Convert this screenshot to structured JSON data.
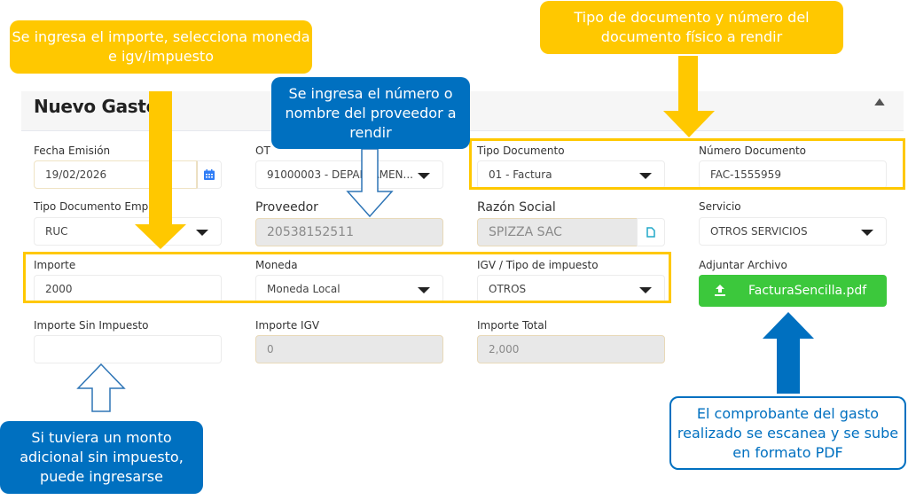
{
  "panel": {
    "title": "Nuevo Gasto",
    "collapse_icon": "chevron-up-icon"
  },
  "form": {
    "fecha_emision": {
      "label": "Fecha Emisión",
      "value": "19/02/2026",
      "icon": "calendar-icon"
    },
    "ot": {
      "label": "OT",
      "value": "91000003 - DEPARTAMEN..."
    },
    "tipo_documento": {
      "label": "Tipo Documento",
      "value": "01 - Factura"
    },
    "numero_documento": {
      "label": "Número Documento",
      "value": "FAC-1555959"
    },
    "tipo_documento_empresa": {
      "label": "Tipo Documento Empre",
      "value": "RUC"
    },
    "proveedor": {
      "label": "Proveedor",
      "value": "20538152511"
    },
    "razon_social": {
      "label": "Razón Social",
      "value": "SPIZZA SAC",
      "icon": "document-icon"
    },
    "servicio": {
      "label": "Servicio",
      "value": "OTROS SERVICIOS"
    },
    "importe": {
      "label": "Importe",
      "value": "2000"
    },
    "moneda": {
      "label": "Moneda",
      "value": "Moneda Local"
    },
    "igv": {
      "label": "IGV / Tipo de impuesto",
      "value": "OTROS"
    },
    "adjuntar": {
      "label": "Adjuntar Archivo",
      "file": "FacturaSencilla.pdf",
      "icon": "upload-icon"
    },
    "importe_sin_impuesto": {
      "label": "Importe Sin Impuesto",
      "value": ""
    },
    "importe_igv": {
      "label": "Importe IGV",
      "value": "0"
    },
    "importe_total": {
      "label": "Importe Total",
      "value": "2,000"
    }
  },
  "annotations": {
    "importe_note": "Se ingresa el importe, selecciona moneda e igv/impuesto",
    "proveedor_note": "Se ingresa el número o nombre del proveedor a rendir",
    "documento_note": "Tipo de documento y número del documento físico a rendir",
    "sin_impuesto_note": "Si tuviera un monto adicional sin impuesto, puede ingresarse",
    "pdf_note": "El comprobante del gasto realizado se escanea y se sube en formato PDF"
  },
  "colors": {
    "highlight_yellow": "#ffc800",
    "callout_blue": "#0070c0",
    "upload_green": "#3cc83c"
  }
}
